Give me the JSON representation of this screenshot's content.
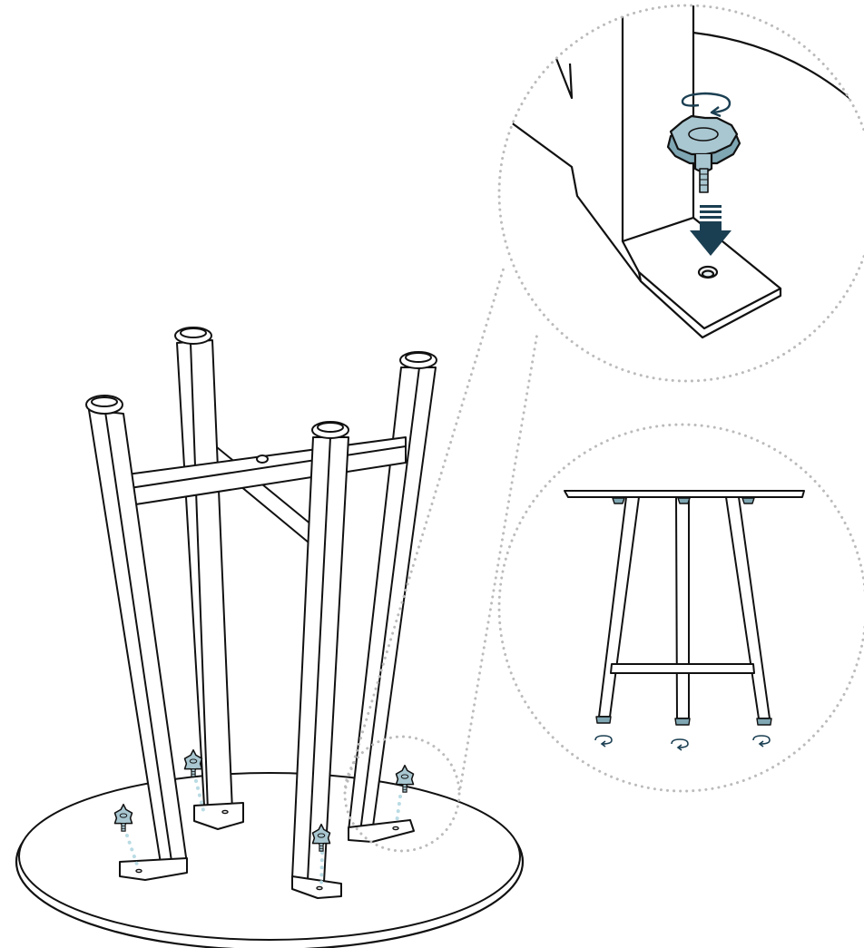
{
  "diagram": {
    "steps": [
      {
        "id": "attach-knobs",
        "callouts": [
          "knob-rotate-detail",
          "standing-table-view"
        ]
      }
    ]
  },
  "colors": {
    "line": "#111111",
    "knob_fill": "#a9c7d1",
    "knob_shade": "#7fa6b3",
    "arrow": "#1b3f52",
    "guide_dots": "#b9dbe4",
    "callout_dots": "#bbbbbb",
    "tabletop": "#ffffff",
    "background": "#ffffff"
  },
  "icons": {
    "rotate": "rotate-clockwise-icon",
    "down_arrow": "insert-down-arrow-icon",
    "knob": "star-knob-icon"
  }
}
